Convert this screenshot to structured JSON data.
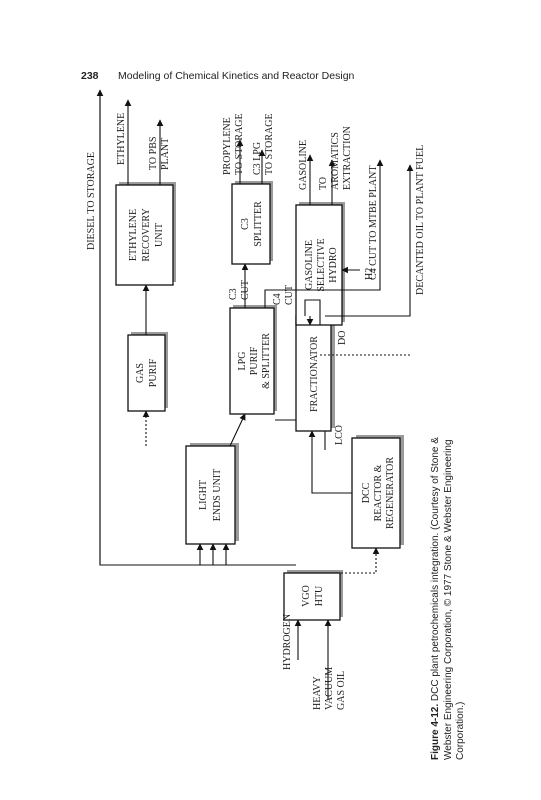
{
  "header": {
    "page_number": "238",
    "running_title": "Modeling of Chemical Kinetics and Reactor Design"
  },
  "caption": {
    "label": "Figure 4-12.",
    "text": "DCC plant petrochemicals integration. (Courtesy of Stone & Webster Engineering Corporation, © 1977 Stone & Webster Engineering Corporation.)"
  },
  "units": {
    "vgo": [
      "VGO",
      "HTU"
    ],
    "dcc": [
      "DCC",
      "REACTOR &",
      "REGENERATOR"
    ],
    "light_ends": [
      "LIGHT",
      "ENDS UNIT"
    ],
    "gas_purif": [
      "GAS",
      "PURIF"
    ],
    "ethylene": [
      "ETHYLENE",
      "RECOVERY",
      "UNIT"
    ],
    "fractionator": [
      "FRACTIONATOR"
    ],
    "lpg": [
      "LPG",
      "PURIF",
      "& SPLITTER"
    ],
    "c3_splitter": [
      "C3",
      "SPLITTER"
    ],
    "gasoline": [
      "GASOLINE",
      "SELECTIVE",
      "HYDRO"
    ]
  },
  "streams": {
    "hydrogen": "HYDROGEN",
    "feed": [
      "HEAVY",
      "VACUUM",
      "GAS OIL"
    ],
    "diesel": "DIESEL TO STORAGE",
    "ethylene": "ETHYLENE",
    "to_pbs": [
      "TO PBS",
      "PLANT"
    ],
    "propylene": [
      "PROPYLENE",
      "TO STORAGE"
    ],
    "c3_lpg": [
      "C3 LPG",
      "TO STORAGE"
    ],
    "gasoline": "GASOLINE",
    "aromatics": [
      "TO",
      "AROMATICS",
      "EXTRACTION"
    ],
    "c4_mtbe": "C4 CUT TO MTBE PLANT",
    "decanted": "DECANTED OIL TO PLANT FUEL",
    "c3_cut": [
      "C3",
      "CUT"
    ],
    "c4_cut": [
      "C4",
      "CUT"
    ],
    "h2": "H2",
    "do": "DO",
    "lco": "LCO"
  }
}
